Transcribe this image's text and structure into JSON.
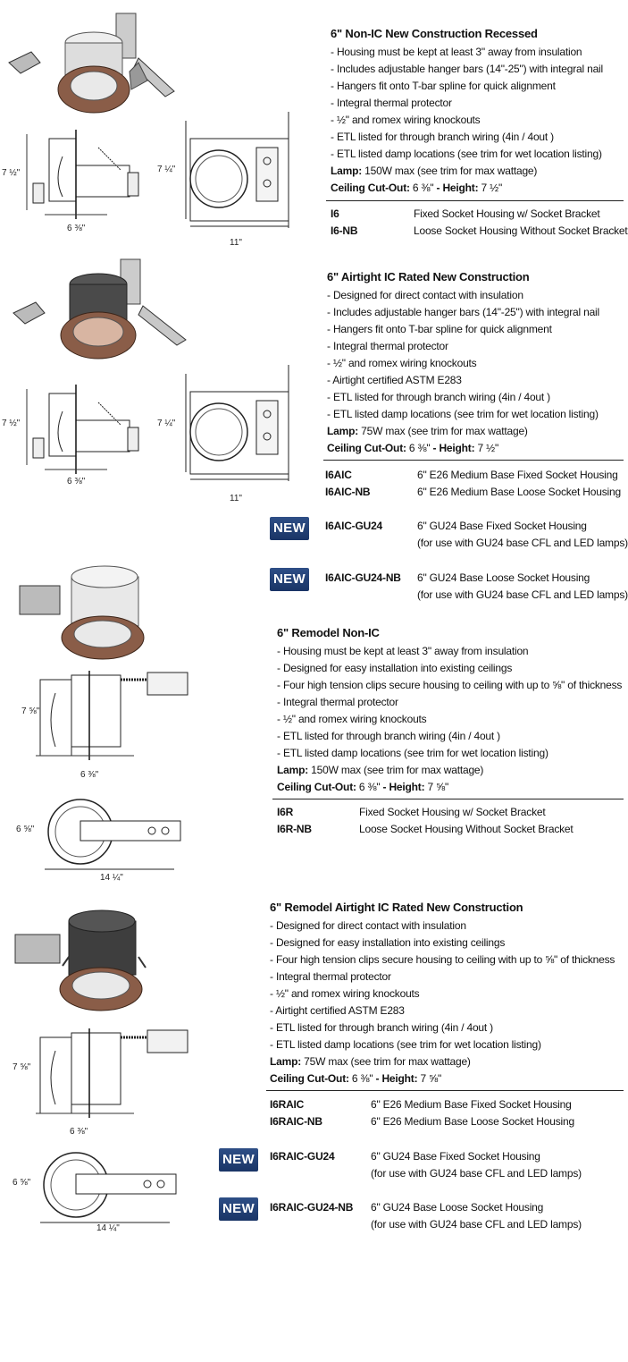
{
  "s1": {
    "title": "6\" Non-IC New Construction Recessed",
    "bullets": [
      "Housing must be kept at least 3\" away from insulation",
      "Includes adjustable hanger bars (14\"-25\") with integral nail",
      "Hangers fit onto T-bar spline for quick alignment",
      "Integral thermal protector",
      "½\" and romex wiring knockouts",
      "ETL listed for through branch wiring (4in / 4out )",
      "ETL listed damp locations (see trim for wet location listing)"
    ],
    "lamp_label": "Lamp:",
    "lamp_value": " 150W max (see trim for max wattage)",
    "cut_label": "Ceiling Cut-Out:",
    "cut_value": " 6 ⅜\"",
    "height_label": " - Height:",
    "height_value": " 7 ½\"",
    "dims": {
      "height": "7 ½\"",
      "width": "6 ⅜\"",
      "plan_height": "7 ¼\"",
      "plan_width": "11\""
    },
    "models": [
      {
        "code": "I6",
        "desc": "Fixed Socket Housing w/ Socket Bracket"
      },
      {
        "code": "I6-NB",
        "desc": "Loose Socket Housing Without Socket Bracket"
      }
    ]
  },
  "s2": {
    "title": "6\" Airtight IC Rated New Construction",
    "bullets": [
      "Designed for direct contact with insulation",
      "Includes adjustable hanger bars (14\"-25\") with integral nail",
      "Hangers fit onto T-bar spline for quick alignment",
      "Integral thermal protector",
      "½\" and romex wiring knockouts",
      "Airtight certified ASTM E283",
      "ETL listed for through branch wiring (4in / 4out )",
      "ETL listed damp locations (see trim for wet location listing)"
    ],
    "lamp_label": "Lamp:",
    "lamp_value": " 75W max (see trim for max wattage)",
    "cut_label": "Ceiling Cut-Out:",
    "cut_value": " 6 ⅜\"",
    "height_label": " - Height:",
    "height_value": " 7 ½\"",
    "dims": {
      "height": "7 ½\"",
      "width": "6 ⅜\"",
      "plan_height": "7 ¼\"",
      "plan_width": "11\""
    },
    "models": [
      {
        "code": "I6AIC",
        "desc": "6\" E26 Medium Base Fixed Socket Housing"
      },
      {
        "code": "I6AIC-NB",
        "desc": "6\" E26 Medium Base Loose Socket Housing"
      }
    ],
    "new_models": [
      {
        "badge": "NEW",
        "code": "I6AIC-GU24",
        "desc": "6\" GU24 Base Fixed Socket Housing",
        "note": "(for use with GU24 base CFL and LED lamps)"
      },
      {
        "badge": "NEW",
        "code": "I6AIC-GU24-NB",
        "desc": "6\" GU24 Base Loose Socket Housing",
        "note": "(for use with GU24 base CFL and LED lamps)"
      }
    ]
  },
  "s3": {
    "title": "6\" Remodel Non-IC",
    "bullets": [
      "Housing must be kept at least 3\" away from insulation",
      "Designed for easy installation into existing ceilings",
      "Four high tension clips secure housing to ceiling with up to ⅝\" of thickness",
      "Integral thermal protector",
      "½\" and romex wiring knockouts",
      "ETL listed for through branch wiring (4in / 4out )",
      "ETL listed damp locations (see trim for wet location listing)"
    ],
    "lamp_label": "Lamp:",
    "lamp_value": " 150W max (see trim for max wattage)",
    "cut_label": "Ceiling Cut-Out:",
    "cut_value": " 6 ⅜\"",
    "height_label": " - Height:",
    "height_value": " 7 ⅝\"",
    "dims": {
      "height": "7 ⅝\"",
      "width": "6 ⅜\"",
      "plan_height": "6 ⅝\"",
      "plan_width": "14 ¼\""
    },
    "models": [
      {
        "code": "I6R",
        "desc": "Fixed Socket Housing w/ Socket Bracket"
      },
      {
        "code": "I6R-NB",
        "desc": "Loose Socket Housing Without Socket Bracket"
      }
    ]
  },
  "s4": {
    "title": "6\" Remodel Airtight IC Rated New Construction",
    "bullets": [
      "Designed for direct contact with insulation",
      "Designed for easy installation into existing ceilings",
      "Four high tension clips secure housing to ceiling with up to ⅝\" of thickness",
      "Integral thermal protector",
      "½\" and romex wiring knockouts",
      "Airtight certified ASTM E283",
      "ETL listed for through branch wiring (4in / 4out )",
      "ETL listed damp locations (see trim for wet location listing)"
    ],
    "lamp_label": "Lamp:",
    "lamp_value": " 75W max (see trim for max wattage)",
    "cut_label": "Ceiling Cut-Out:",
    "cut_value": " 6 ⅜\"",
    "height_label": " - Height:",
    "height_value": " 7 ⅝\"",
    "dims": {
      "height": "7 ⅝\"",
      "width": "6 ⅜\"",
      "plan_height": "6 ⅝\"",
      "plan_width": "14 ¼\""
    },
    "models": [
      {
        "code": "I6RAIC",
        "desc": "6\" E26 Medium Base Fixed Socket Housing"
      },
      {
        "code": "I6RAIC-NB",
        "desc": "6\" E26 Medium Base Loose Socket Housing"
      }
    ],
    "new_models": [
      {
        "badge": "NEW",
        "code": "I6RAIC-GU24",
        "desc": "6\" GU24 Base Fixed Socket Housing",
        "note": "(for use with GU24 base CFL and LED lamps)"
      },
      {
        "badge": "NEW",
        "code": "I6RAIC-GU24-NB",
        "desc": "6\" GU24 Base Loose Socket Housing",
        "note": "(for use with GU24 base CFL and LED lamps)"
      }
    ]
  },
  "icons": [
    "housing-photo",
    "side-elevation-drawing",
    "plan-view-drawing"
  ]
}
